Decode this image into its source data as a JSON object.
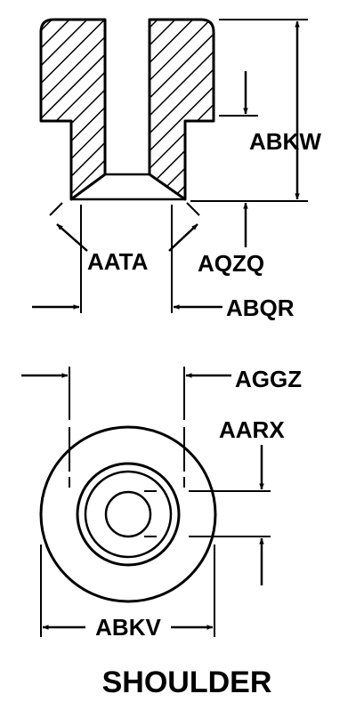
{
  "colors": {
    "ink": "#000000",
    "paper": "#ffffff"
  },
  "labels": {
    "abkw": "ABKW",
    "aata": "AATA",
    "aqzq": "AQZQ",
    "abqr": "ABQR",
    "aggz": "AGGZ",
    "aarx": "AARX",
    "abkv": "ABKV"
  },
  "caption": "SHOULDER"
}
